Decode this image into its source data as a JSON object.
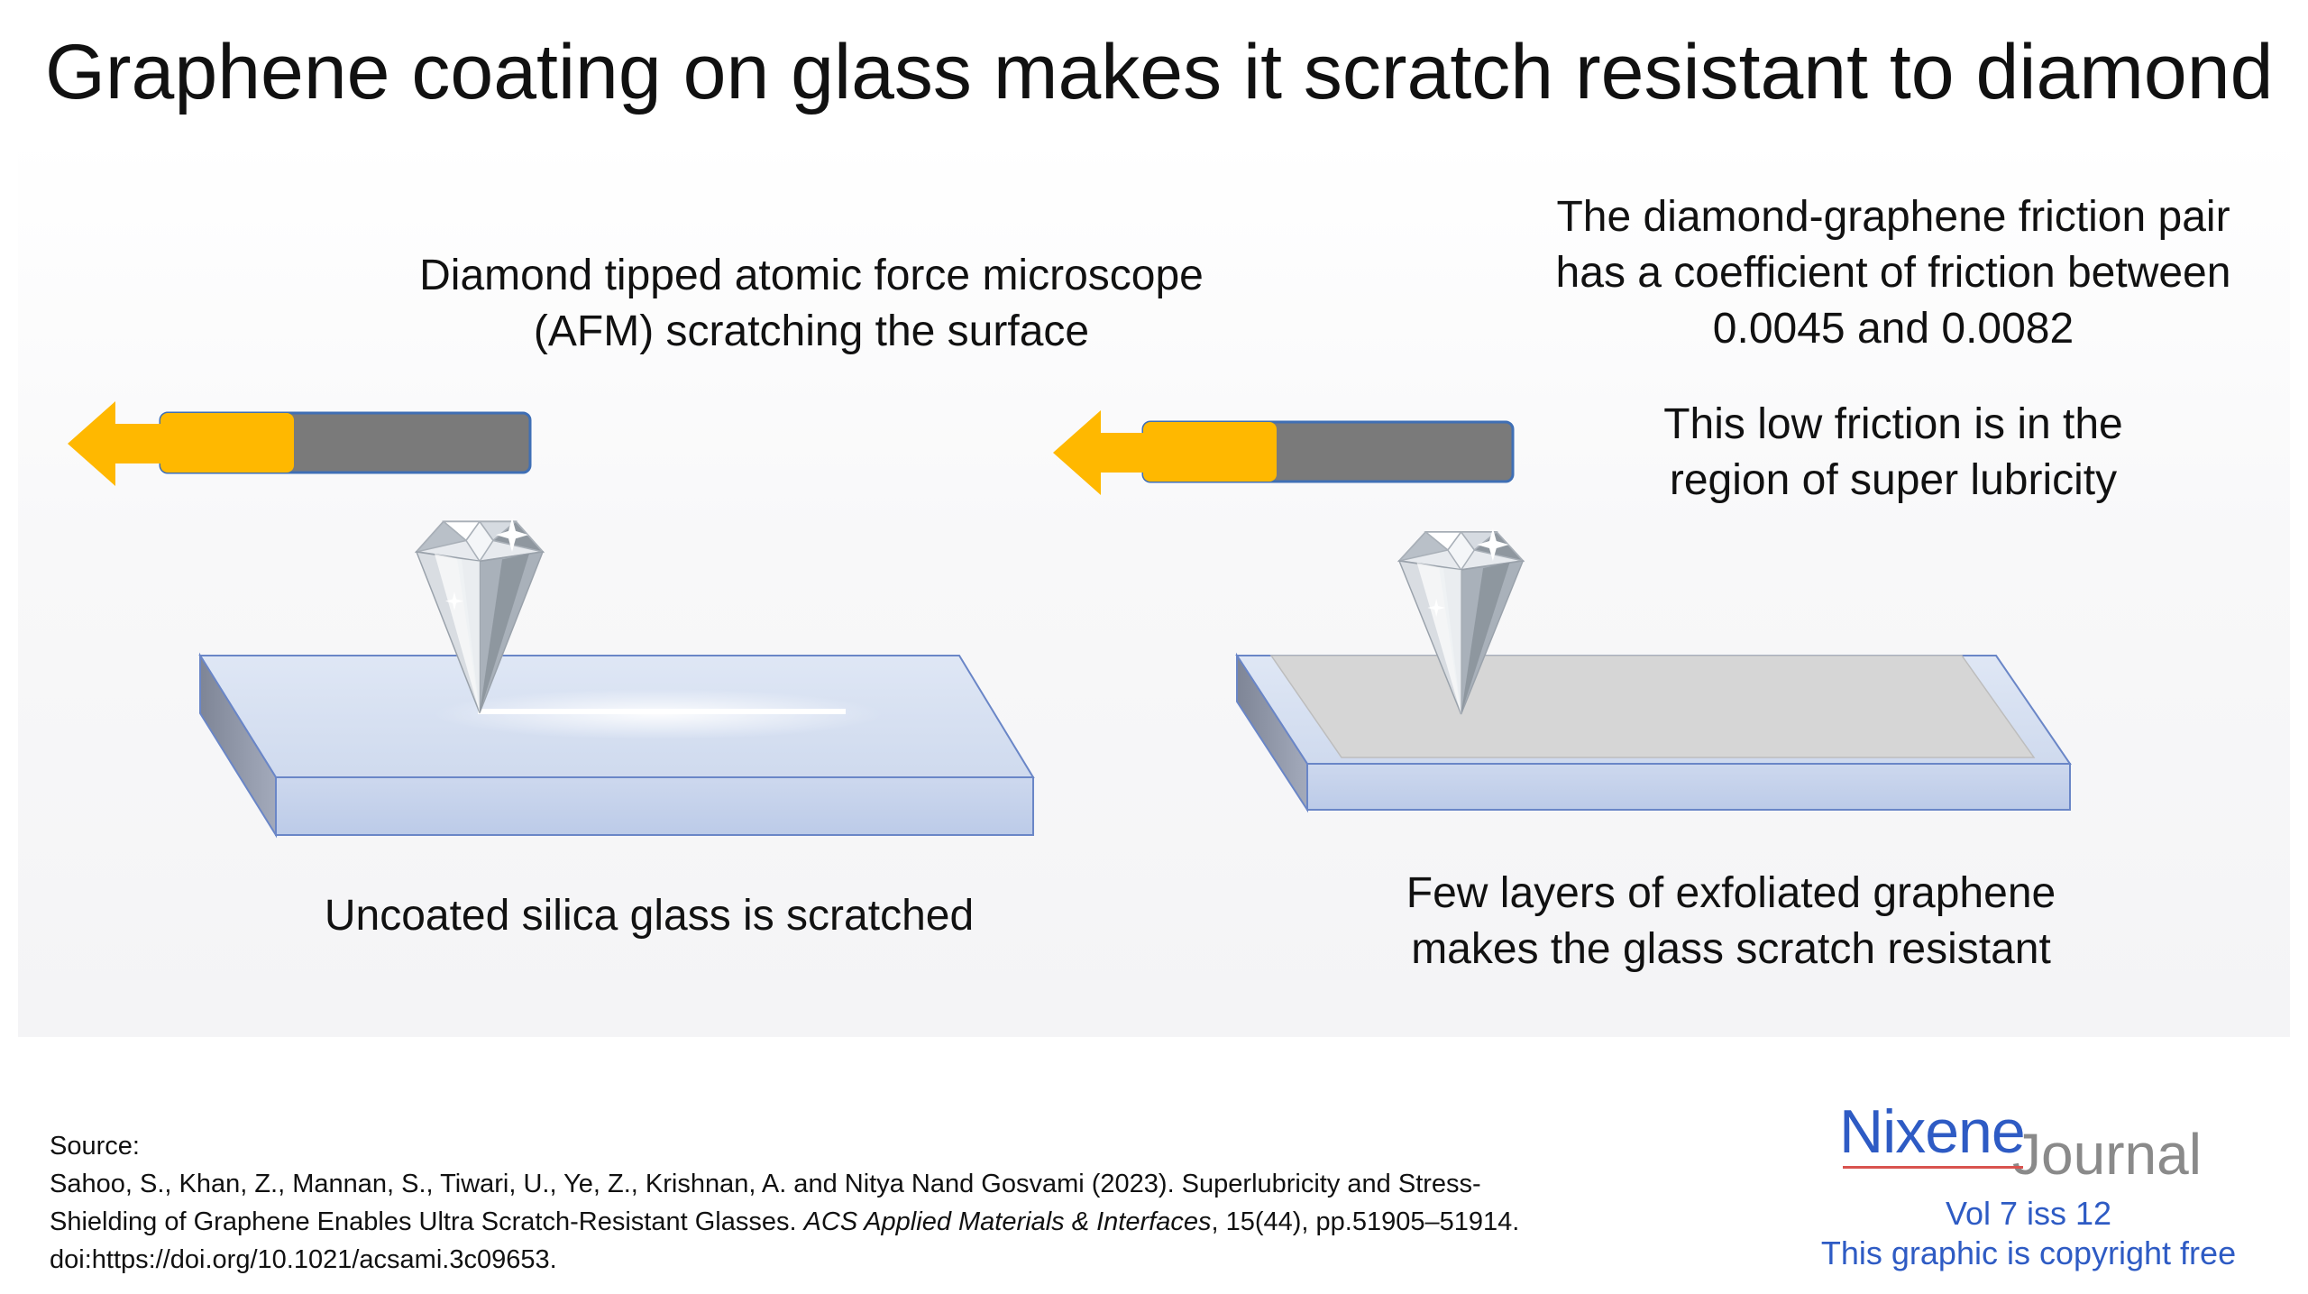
{
  "title": "Graphene coating on glass makes it scratch resistant to diamond",
  "afm_caption": [
    "Diamond tipped atomic force microscope",
    "(AFM) scratching the surface"
  ],
  "friction_text": {
    "coefficient_lines": [
      "The diamond-graphene friction pair",
      "has a coefficient of friction between",
      "0.0045 and 0.0082"
    ],
    "superlubricity_lines": [
      "This low friction is in the",
      "region of super lubricity"
    ]
  },
  "left_caption": "Uncoated silica glass is scratched",
  "right_caption": [
    "Few layers of exfoliated graphene",
    "makes the glass scratch resistant"
  ],
  "source": {
    "label": "Source:",
    "authors_pre": "Sahoo, S., Khan, Z., Mannan, S., Tiwari, U., Ye, Z., Krishnan, A. and Nitya Nand Gosvami (2023). Superlubricity and Stress-",
    "title_line2": "Shielding of Graphene Enables Ultra Scratch-Resistant Glasses. ",
    "journal": "ACS Applied Materials & Interfaces",
    "issue": ", 15(44), pp.51905–51914.",
    "doi": "doi:https://doi.org/10.1021/acsami.3c09653."
  },
  "logo": {
    "brand": "Nixene",
    "journal": "Journal",
    "volume": "Vol 7 iss 12",
    "license": "This graphic is copyright free"
  },
  "colors": {
    "arrow": "#ffb800",
    "arm": "#7a7a7a",
    "arm_border": "#3f6fb5",
    "glass_top": "#d4def0",
    "glass_front": "#c3d1ec",
    "glass_side": "#8e96a8",
    "graphene": "#d6d6d6",
    "logo_blue": "#2e5bc4"
  }
}
